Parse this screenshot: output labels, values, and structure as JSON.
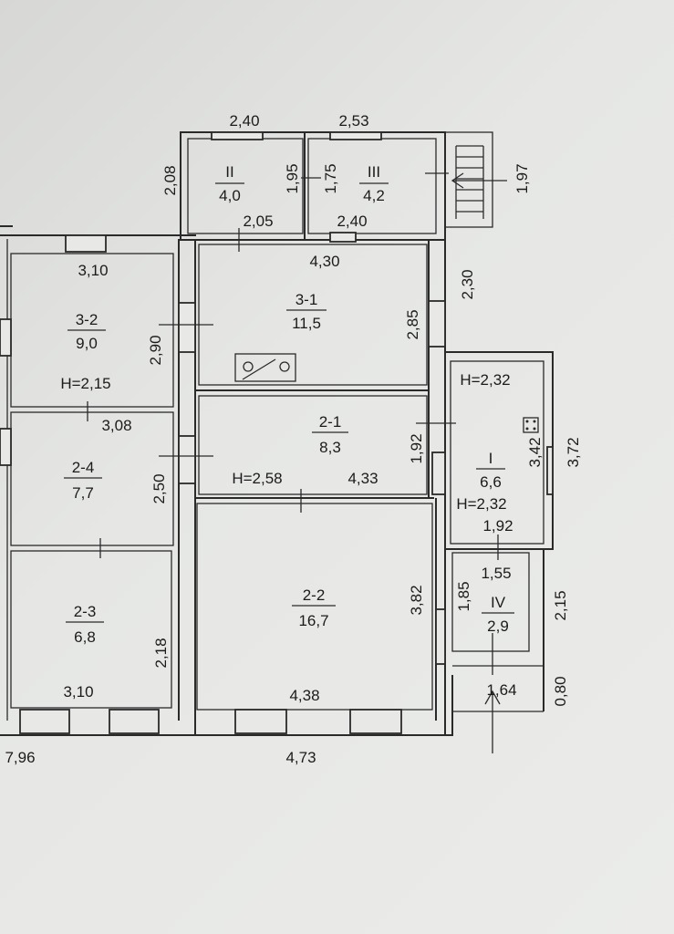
{
  "dimensions": {
    "top_2_40": "2,40",
    "top_2_53": "2,53",
    "left_2_08": "2,08",
    "vert_1_95": "1,95",
    "vert_1_75": "1,75",
    "right_1_97": "1,97",
    "small_2_05": "2,05",
    "small_2_40": "2,40",
    "w_3_10_top": "3,10",
    "w_4_30": "4,30",
    "v_2_30": "2,30",
    "v_2_90": "2,90",
    "v_2_85": "2,85",
    "w_3_08": "3,08",
    "v_1_92": "1,92",
    "v_3_42": "3,42",
    "v_3_72": "3,72",
    "v_2_50": "2,50",
    "w_4_33": "4,33",
    "w_1_92": "1,92",
    "w_1_55": "1,55",
    "v_1_85": "1,85",
    "v_2_15": "2,15",
    "v_3_82": "3,82",
    "v_2_18": "2,18",
    "w_3_10_bottom": "3,10",
    "w_4_38": "4,38",
    "w_1_64": "1,64",
    "v_0_80": "0,80",
    "w_7_96": "7,96",
    "w_4_73": "4,73"
  },
  "heights": {
    "h_2_15": "H=2,15",
    "h_2_32_top": "H=2,32",
    "h_2_58": "H=2,58",
    "h_2_32_bottom": "H=2,32"
  },
  "rooms": [
    {
      "id": "II",
      "area": "4,0"
    },
    {
      "id": "III",
      "area": "4,2"
    },
    {
      "id": "3-2",
      "area": "9,0"
    },
    {
      "id": "3-1",
      "area": "11,5"
    },
    {
      "id": "2-1",
      "area": "8,3"
    },
    {
      "id": "2-4",
      "area": "7,7"
    },
    {
      "id": "I",
      "area": "6,6"
    },
    {
      "id": "2-2",
      "area": "16,7"
    },
    {
      "id": "IV",
      "area": "2,9"
    },
    {
      "id": "2-3",
      "area": "6,8"
    }
  ]
}
